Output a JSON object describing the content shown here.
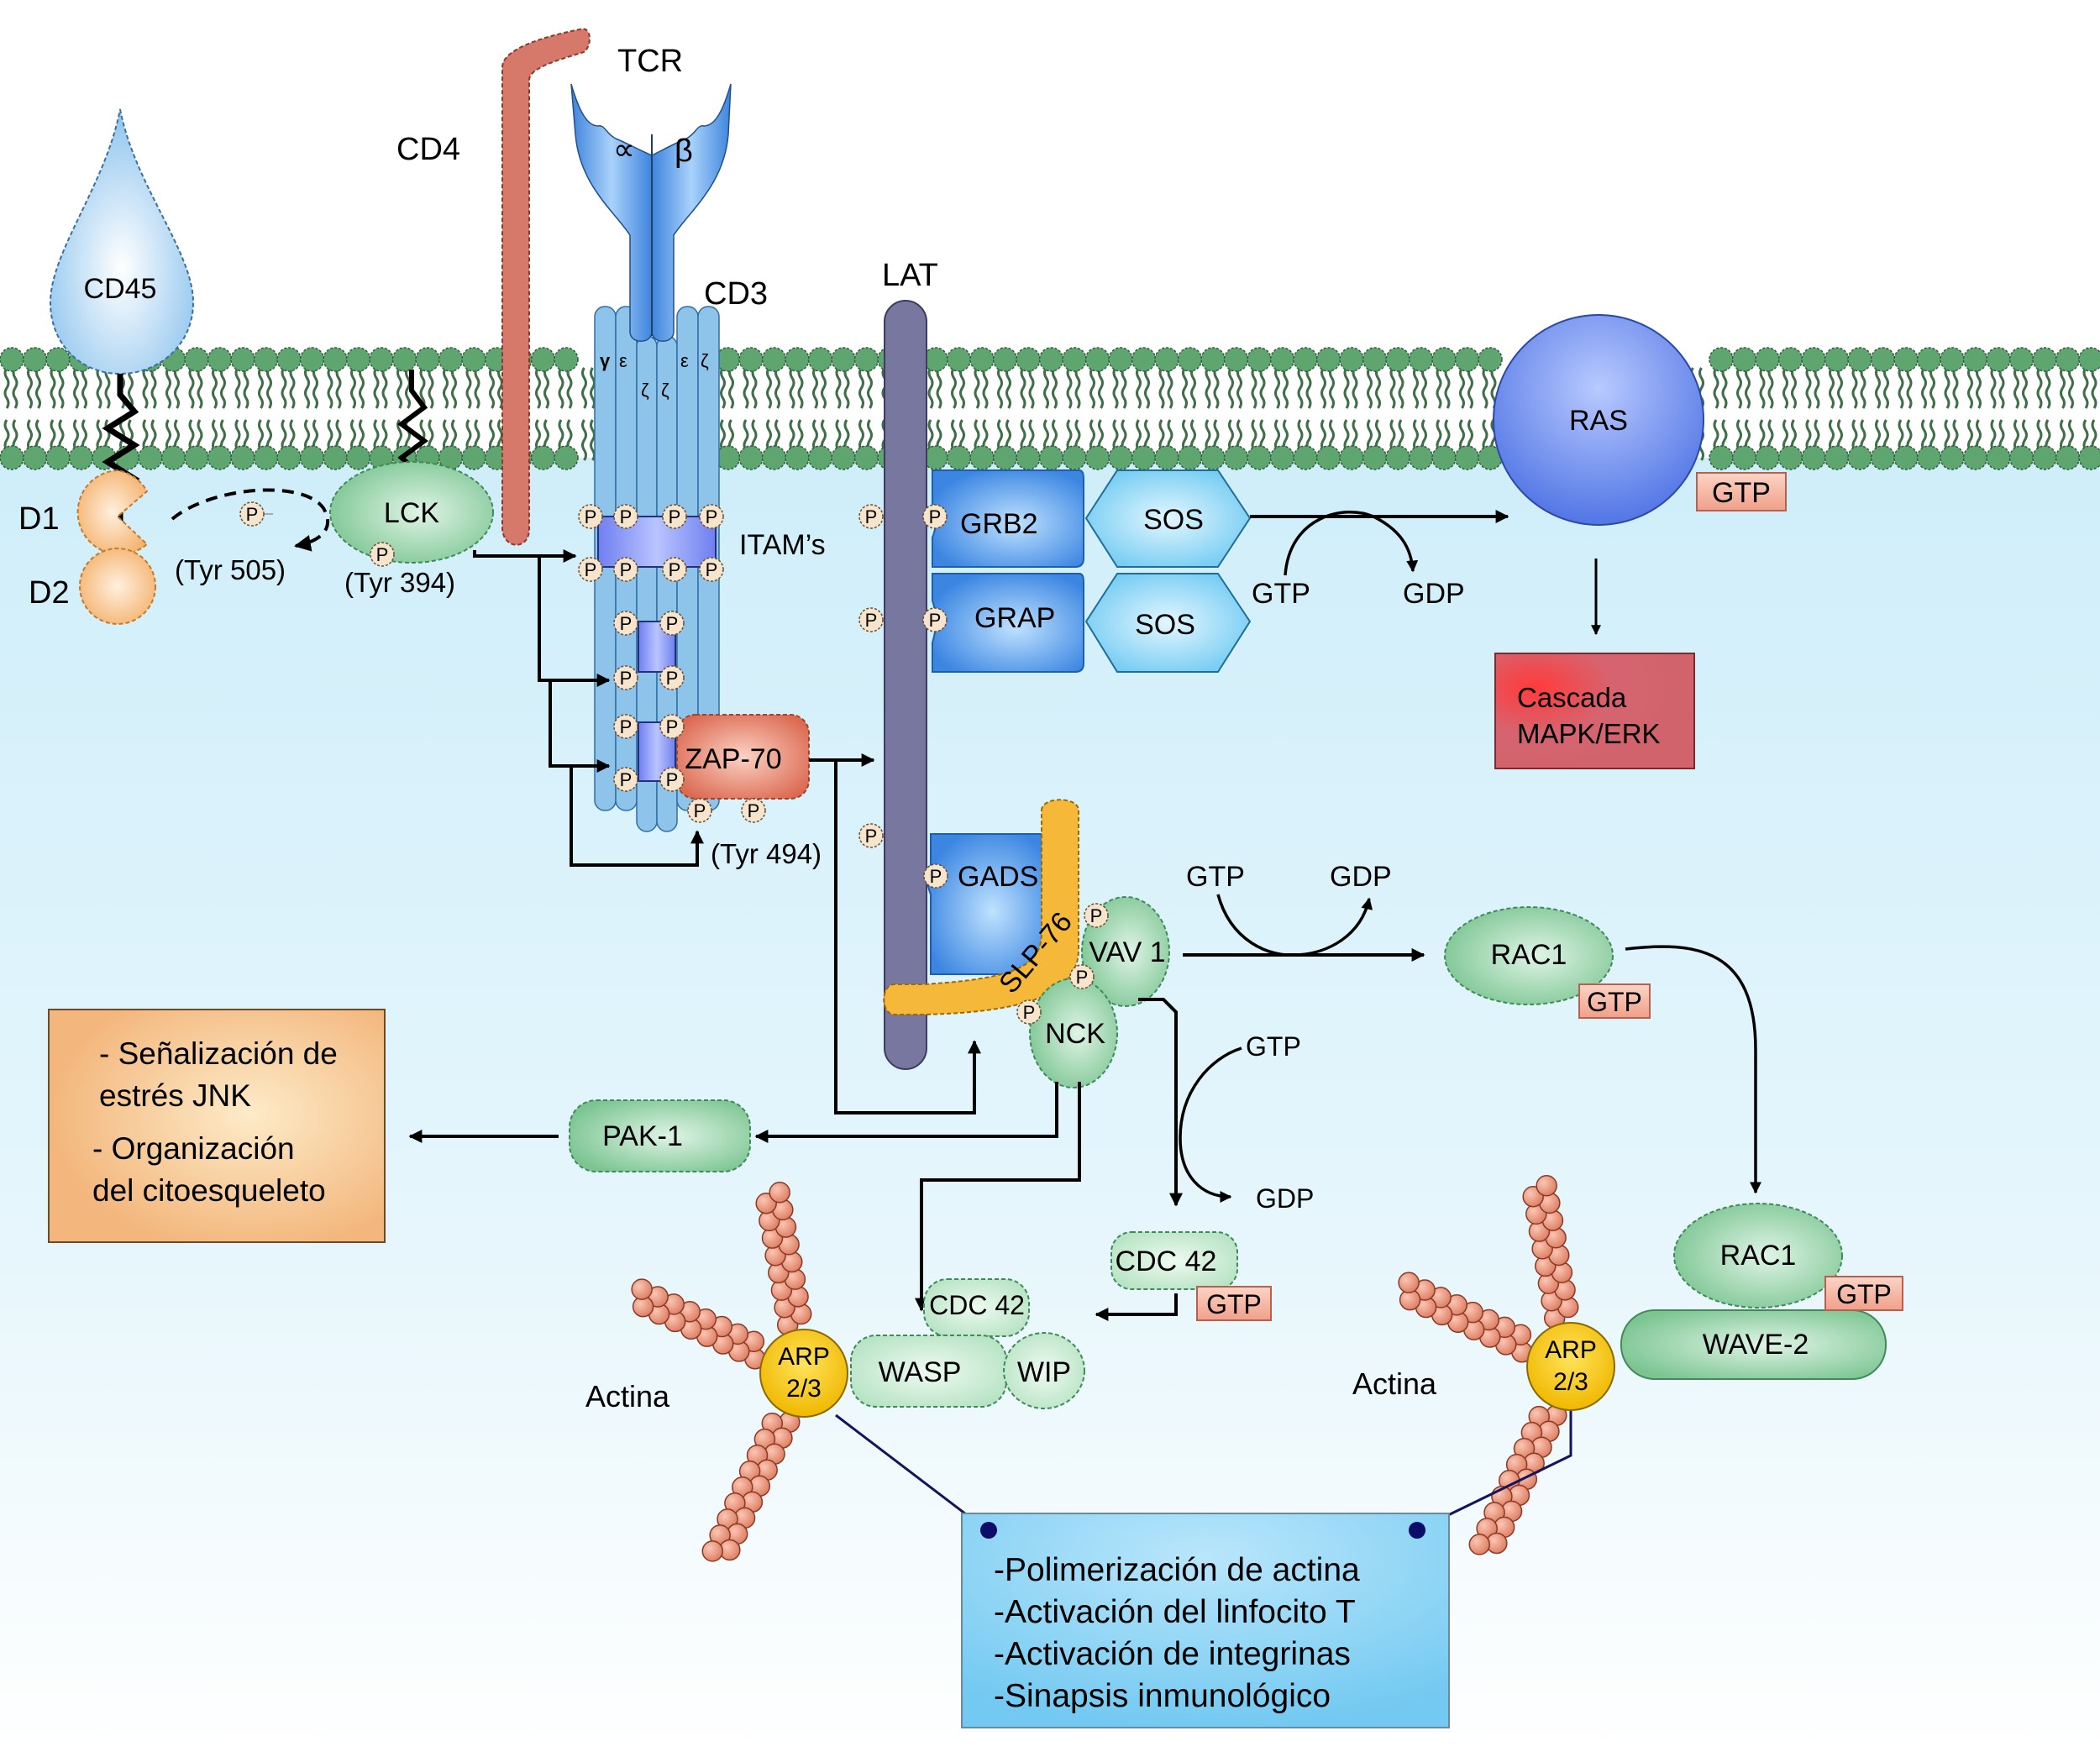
{
  "title_labels": {
    "tcr": "TCR",
    "cd4": "CD4",
    "cd45": "CD45",
    "cd3": "CD3",
    "lat": "LAT",
    "alpha": "∝",
    "beta": "β",
    "cd3_chains": [
      "γ",
      "ε",
      "ζ",
      "ζ",
      "ε",
      "ζ"
    ],
    "d1": "D1",
    "d2": "D2",
    "itams": "ITAM’s",
    "tyr505": "(Tyr 505)",
    "tyr394": "(Tyr 394)",
    "tyr494": "(Tyr 494)",
    "p": "P"
  },
  "proteins": {
    "lck": "LCK",
    "zap70": "ZAP-70",
    "grb2": "GRB2",
    "grap": "GRAP",
    "sos1": "SOS",
    "sos2": "SOS",
    "ras": "RAS",
    "gads": "GADS",
    "slp76": "SLP-76",
    "vav1": "VAV 1",
    "nck": "NCK",
    "rac1_a": "RAC1",
    "rac1_b": "RAC1",
    "wave2": "WAVE-2",
    "pak1": "PAK-1",
    "cdc42_a": "CDC 42",
    "cdc42_b": "CDC 42",
    "wasp": "WASP",
    "wip": "WIP",
    "arp_a": [
      "ARP",
      "2/3"
    ],
    "arp_b": [
      "ARP",
      "2/3"
    ]
  },
  "nucleotides": {
    "ras_gtp": "GTP",
    "sos_gtp": "GTP",
    "sos_gdp": "GDP",
    "vav_gtp": "GTP",
    "vav_gdp": "GDP",
    "rac1_gtp": "GTP",
    "rac1b_gtp": "GTP",
    "cdc_gtp": "GTP",
    "cdc_gdp": "GDP",
    "cdc42_gtp": "GTP"
  },
  "actin_labels": {
    "left": "Actina",
    "right": "Actina"
  },
  "boxes": {
    "mapk": [
      "Cascada",
      "MAPK/ERK"
    ],
    "jnk": [
      "- Señalización de",
      "estrés JNK",
      "- Organización",
      "del citoesqueleto"
    ],
    "outcomes": [
      "-Polimerización de actina",
      "-Activación del linfocito T",
      "-Activación de integrinas",
      "-Sinapsis inmunológico"
    ]
  },
  "colors": {
    "membrane_head": "#5aa86a",
    "cytoplasm": "#d6f0fa",
    "cd4": "#d77a67",
    "tcr": "#4a90e0",
    "cd3": "#8cc4ea",
    "lat": "#77779f",
    "green_protein": "#8fd0a2",
    "blue_protein": "#4a92e8",
    "sos": "#8dd6f5",
    "ras": "#5a80ea",
    "gtp_tag": "#f2a996",
    "mapk_box": "#d2616d",
    "jnk_box": "#f5c38a",
    "outcome_box": "#8fd3f4",
    "arp": "#f8c818",
    "actin": "#e98c72",
    "slp76": "#f6b838",
    "phospho": "#f7e4cc"
  }
}
